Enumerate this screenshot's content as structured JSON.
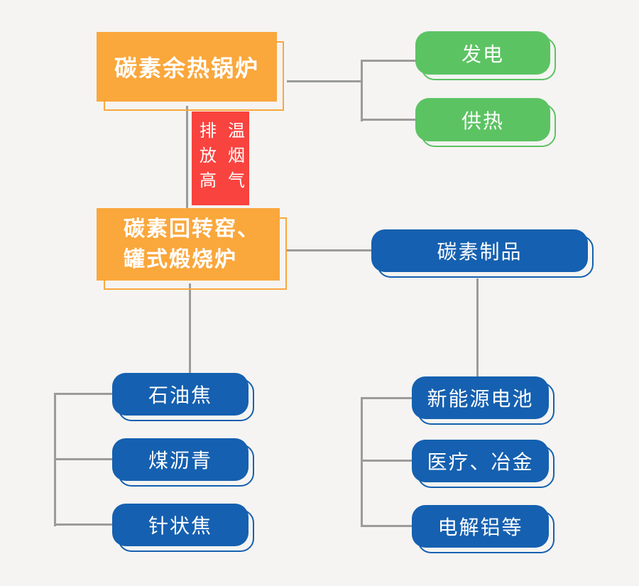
{
  "diagram": {
    "background_color": "#f5f4f2",
    "connector_color": "#9b9b9b",
    "colors": {
      "orange": "#faa73c",
      "red": "#f9433f",
      "green": "#5cc363",
      "blue": "#1560b0",
      "text": "#ffffff"
    },
    "nodes": {
      "boiler": {
        "label": "碳素余热锅炉",
        "color": "#faa73c"
      },
      "flue": {
        "col1": "排放高",
        "col2": "温烟气",
        "color": "#f9433f"
      },
      "kiln": {
        "line1": "碳素回转窑、",
        "line2": "罐式煅烧炉",
        "color": "#faa73c"
      },
      "power": {
        "label": "发电",
        "color": "#5cc363"
      },
      "heating": {
        "label": "供热",
        "color": "#5cc363"
      },
      "products": {
        "label": "碳素制品",
        "color": "#1560b0"
      },
      "petroleum_coke": {
        "label": "石油焦",
        "color": "#1560b0"
      },
      "coal_pitch": {
        "label": "煤沥青",
        "color": "#1560b0"
      },
      "needle_coke": {
        "label": "针状焦",
        "color": "#1560b0"
      },
      "battery": {
        "label": "新能源电池",
        "color": "#1560b0"
      },
      "medical": {
        "label": "医疗、冶金",
        "color": "#1560b0"
      },
      "aluminum": {
        "label": "电解铝等",
        "color": "#1560b0"
      }
    }
  }
}
